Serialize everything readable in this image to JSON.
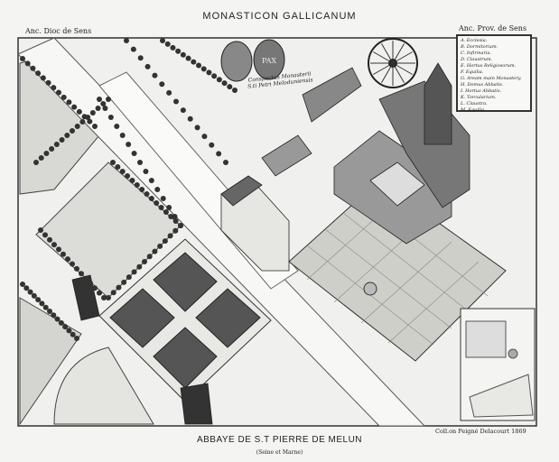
{
  "header": {
    "title": "MONASTICON GALLICANUM",
    "left_caption": "Anc. Dioc de Sens",
    "right_caption": "Anc. Prov. de Sens"
  },
  "cartouche": {
    "line1": "Conspectus Monasterii",
    "line2": "S.ti Petri Meloduniensis",
    "medallion_text": "PAX"
  },
  "legend": {
    "items": [
      "A. Ecclesia.",
      "B. Dormitorium.",
      "C. Infirmaria.",
      "D. Claustrum.",
      "E. Hortus Religiosorum.",
      "F. Equilia.",
      "G. Aream main Monastery.",
      "H. Domus Abbatis.",
      "I. Hortus Abbatis.",
      "K. Torcularium.",
      "L. Claustra.",
      "M. Equilia."
    ]
  },
  "footer": {
    "title": "ABBAYE DE S.T PIERRE DE MELUN",
    "subtitle": "(Seine et Marne)",
    "collection": "Coll.on Peigné Delacourt  1869"
  }
}
